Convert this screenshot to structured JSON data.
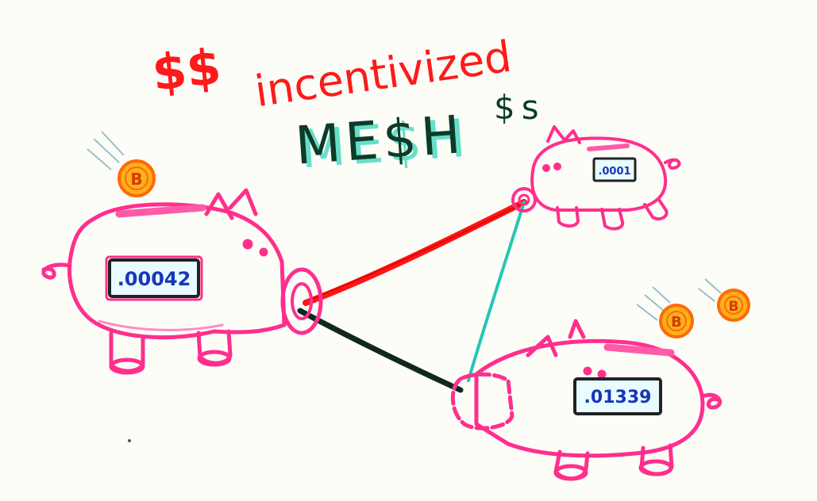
{
  "title": {
    "line1_prefix": "$$",
    "line1_word": "incentivized",
    "line2_word": "ME$H",
    "line2_suffix": "$s"
  },
  "coin_symbol": "B",
  "pigs": [
    {
      "id": "left",
      "balance": ".00042"
    },
    {
      "id": "top-right",
      "balance": ".0001"
    },
    {
      "id": "bottom-right",
      "balance": ".01339"
    }
  ],
  "colors": {
    "pig": "#ff2f8c",
    "title_red": "#ff1a1a",
    "mesh_text": "#0c3b2a",
    "mesh_shadow": "#27d3b4",
    "coin": "#ff6a00",
    "link_red": "#ff1515",
    "link_cyan": "#23c8b3",
    "link_dark": "#10281f",
    "display_text": "#1836b8"
  },
  "icons": [
    "piggy-bank-icon",
    "bitcoin-coin-icon"
  ]
}
